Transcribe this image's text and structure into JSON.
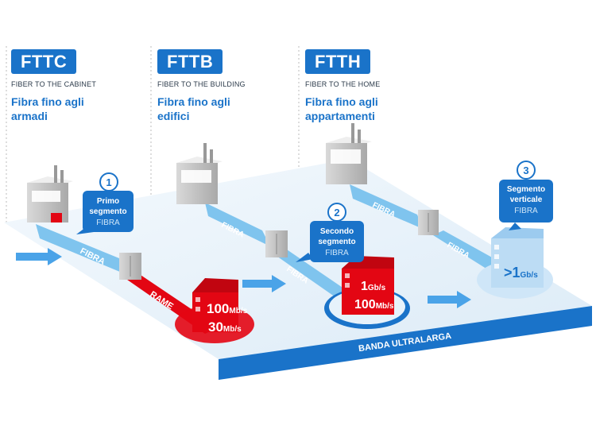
{
  "columns": [
    {
      "badge": "FTTC",
      "subtitle": "FIBER TO THE CABINET",
      "desc_line1": "Fibra fino agli",
      "desc_line2": "armadi"
    },
    {
      "badge": "FTTB",
      "subtitle": "FIBER TO THE BUILDING",
      "desc_line1": "Fibra fino agli",
      "desc_line2": "edifici"
    },
    {
      "badge": "FTTH",
      "subtitle": "FIBER TO THE HOME",
      "desc_line1": "Fibra fino agli",
      "desc_line2": "appartamenti"
    }
  ],
  "callouts": [
    {
      "num": "1",
      "line1": "Primo",
      "line2": "segmento",
      "line3": "FIBRA"
    },
    {
      "num": "2",
      "line1": "Secondo",
      "line2": "segmento",
      "line3": "FIBRA"
    },
    {
      "num": "3",
      "line1": "Segmento",
      "line2": "verticale",
      "line3": "FIBRA"
    }
  ],
  "cable_labels": {
    "fibra": "FIBRA",
    "rame": "RAME"
  },
  "speeds": {
    "fttc_top_num": "100",
    "fttc_top_unit": "Mb/s",
    "fttc_bot_num": "30",
    "fttc_bot_unit": "Mb/s",
    "fttb_top_num": "1",
    "fttb_top_unit": "Gb/s",
    "fttb_bot_num": "100",
    "fttb_bot_unit": "Mb/s",
    "ftth_prefix": ">",
    "ftth_num": "1",
    "ftth_unit": "Gb/s"
  },
  "band_label": "BANDA ULTRALARGA",
  "colors": {
    "blue": "#1a73c9",
    "lightblue": "#7fc4ee",
    "red": "#e30613",
    "platform": "#eaf3fb"
  }
}
